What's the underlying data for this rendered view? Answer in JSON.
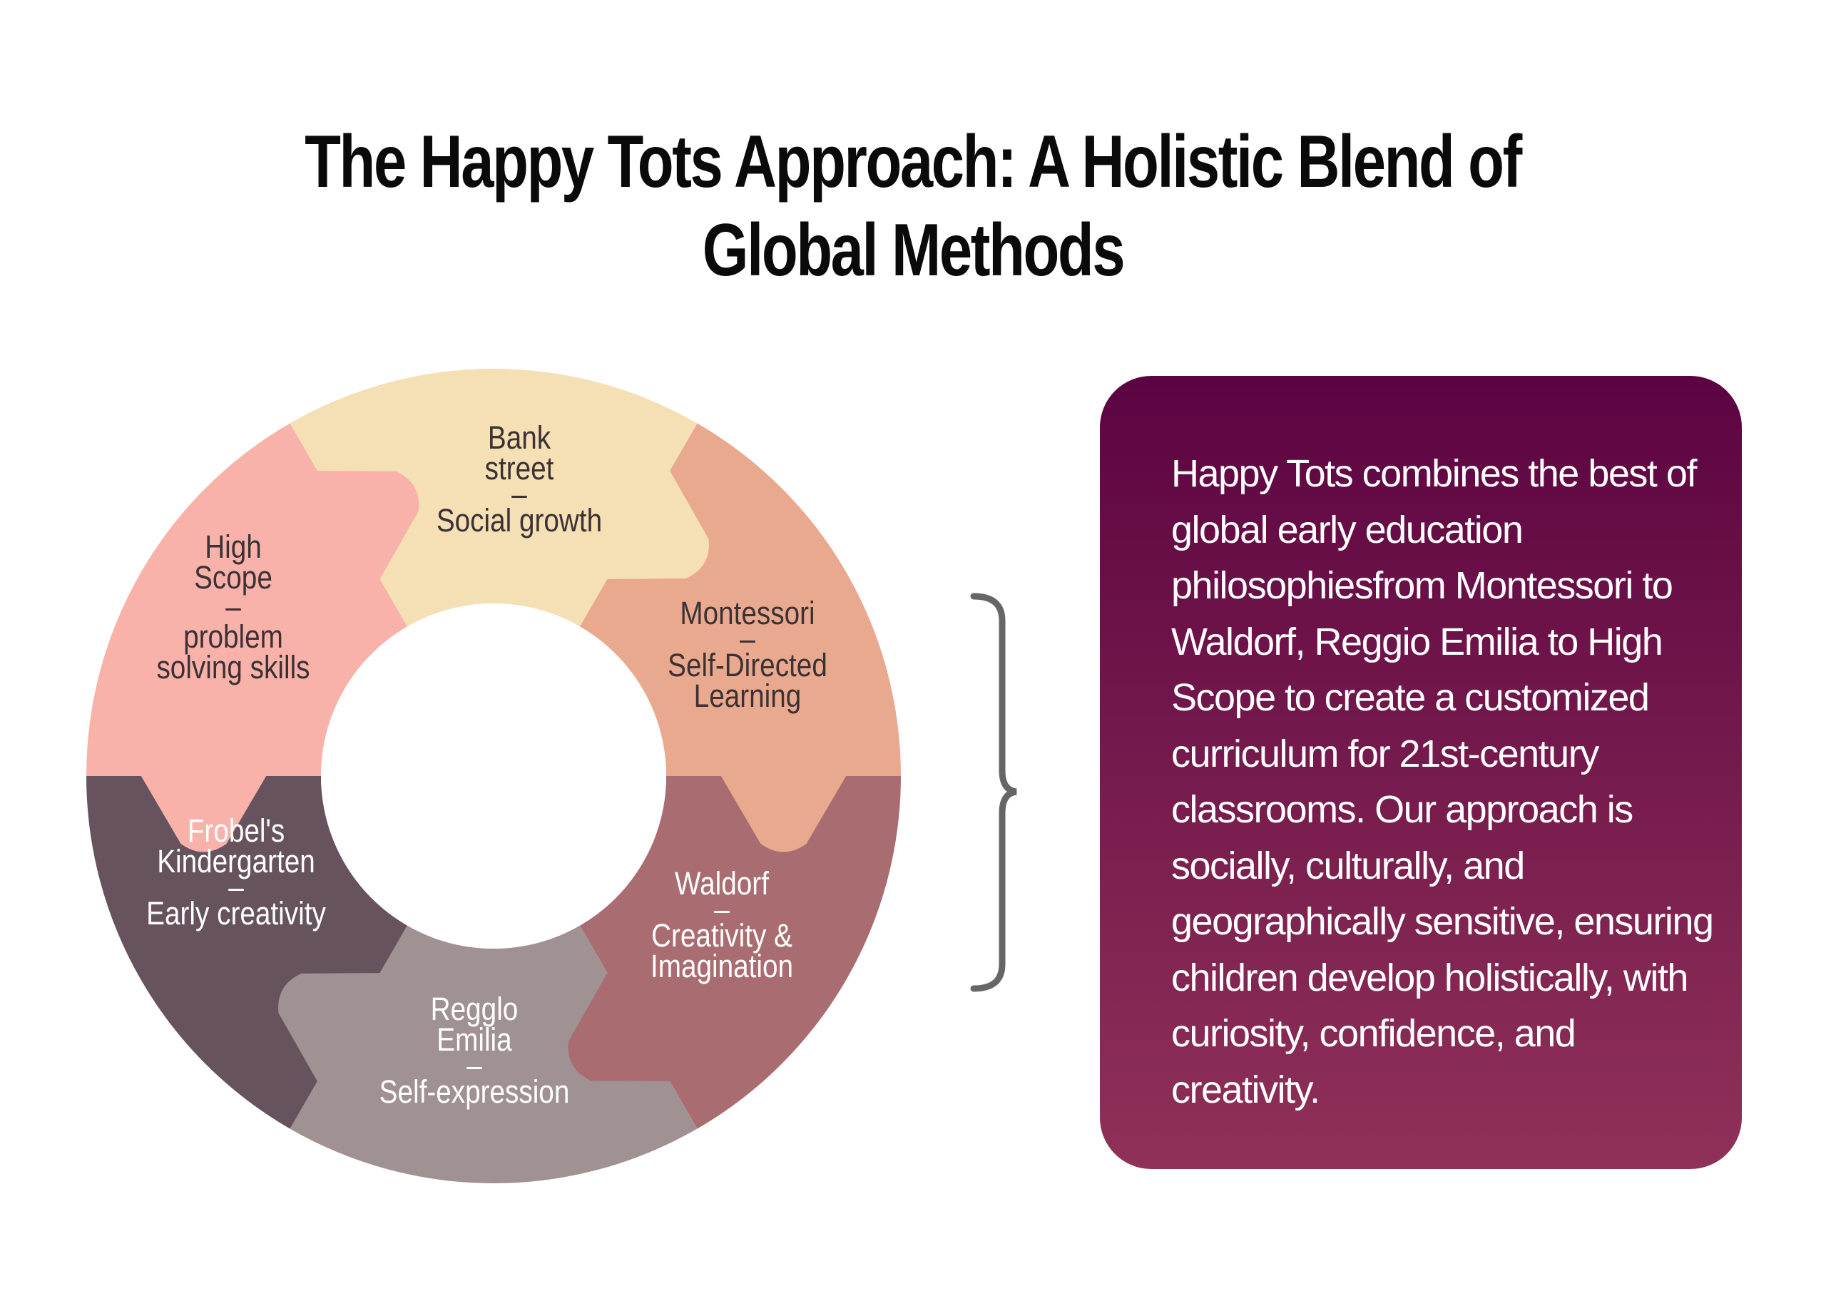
{
  "title": {
    "line1": "The Happy Tots Approach: A Holistic Blend of",
    "line2": "Global Methods"
  },
  "wheel": {
    "segments": [
      {
        "name": "Bank street",
        "lines": [
          "Bank",
          "street",
          "–",
          "Social growth"
        ],
        "color": "#F5DFB4"
      },
      {
        "name": "Montessori",
        "lines": [
          "Montessori",
          "–",
          "Self-Directed",
          "Learning"
        ],
        "color": "#E9A98E"
      },
      {
        "name": "Waldorf",
        "lines": [
          "Waldorf",
          "–",
          "Creativity &",
          "Imagination"
        ],
        "color": "#A96D71"
      },
      {
        "name": "Reggio Emilia",
        "lines": [
          "Regglo",
          "Emilia",
          "–",
          "Self-expression"
        ],
        "color": "#A09192"
      },
      {
        "name": "Frobel's Kindergarten",
        "lines": [
          "Frobel's",
          "Kindergarten",
          "–",
          "Early creativity"
        ],
        "color": "#67535D"
      },
      {
        "name": "High Scope",
        "lines": [
          "High",
          "Scope",
          "–",
          "problem",
          "solving skills"
        ],
        "color": "#F8B2AA"
      }
    ]
  },
  "description": "Happy Tots combines the best of global early education philosophiesfrom Montessori to Waldorf, Reggio Emilia to High Scope to create a customized curriculum for 21st-century classrooms. Our approach is socially, culturally, and geographically sensitive, ensuring children develop holistically, with curiosity, confidence, and creativity.",
  "colors": {
    "box_top": "#5c0442",
    "box_bottom": "#8f3158",
    "bracket": "#666666"
  }
}
